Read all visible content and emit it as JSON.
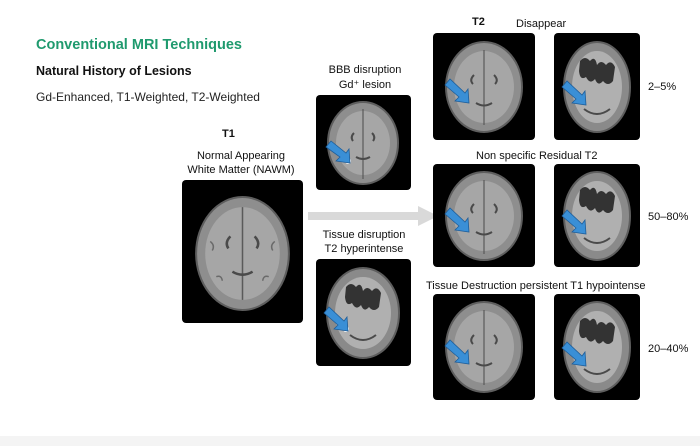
{
  "header": {
    "title": "Conventional MRI Techniques",
    "subtitle": "Natural History of Lesions",
    "description": "Gd-Enhanced, T1-Weighted, T2-Weighted"
  },
  "left_column": {
    "t1_heading": "T1",
    "t1_caption_line1": "Normal Appearing",
    "t1_caption_line2": "White Matter (NAWM)"
  },
  "middle_column": {
    "bbb_line1": "BBB disruption",
    "bbb_line2": "Gd⁺ lesion",
    "tissue_line1": "Tissue disruption",
    "tissue_line2": "T2 hyperintense"
  },
  "right_column": {
    "t2_heading": "T2",
    "row1_label": "Disappear",
    "row1_percent": "2–5%",
    "row2_label": "Non specific Residual T2",
    "row2_percent": "50–80%",
    "row3_label": "Tissue Destruction persistent T1 hypointense",
    "row3_percent": "20–40%"
  },
  "colors": {
    "title": "#1f9a6e",
    "arrow_marker": "#3a8fd6",
    "flow_arrow": "#d9d9d9"
  }
}
